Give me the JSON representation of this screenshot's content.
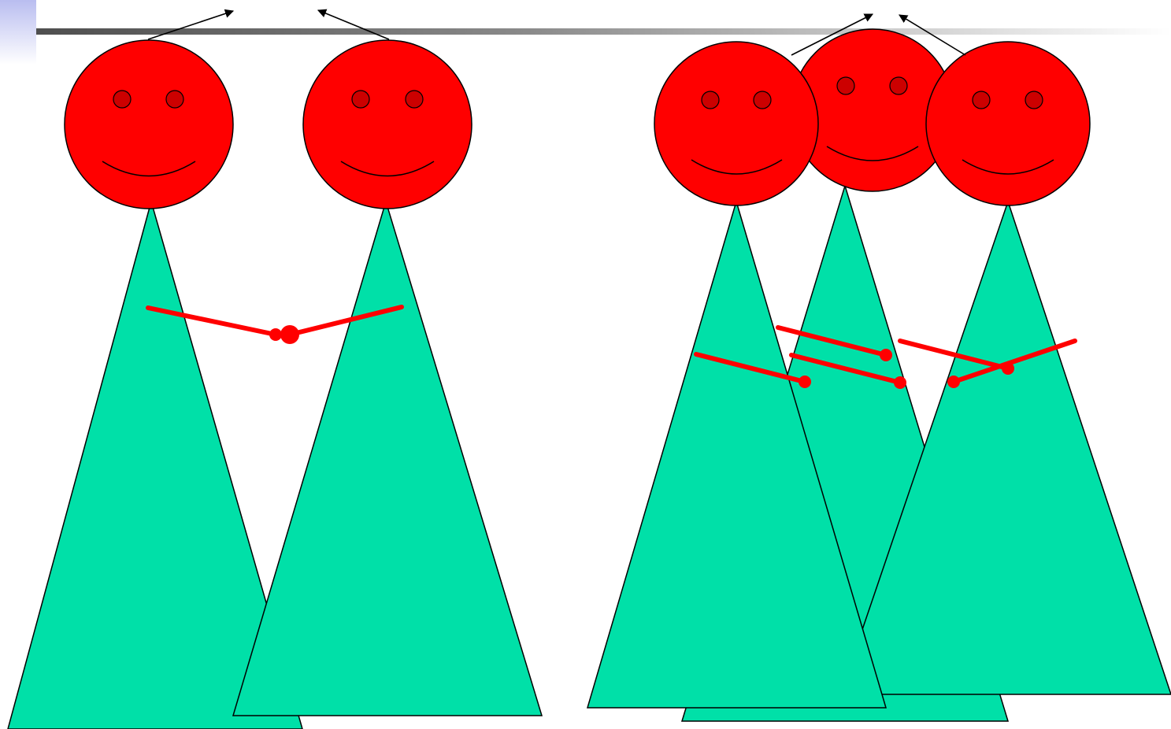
{
  "slide": {
    "header_bar": {
      "gradient_from": "#4a4a4a",
      "gradient_to": "#ffffff"
    },
    "corner_accent": {
      "color_from": "#b9bdf0",
      "color_to": "#ffffff"
    }
  },
  "colors": {
    "head": "#ff0000",
    "eye": "#cc0000",
    "body": "#00e0a8",
    "arm": "#ff0000",
    "outline": "#000000",
    "arrow": "#000000"
  },
  "groups": [
    {
      "name": "pair",
      "figures": [
        {
          "name": "left",
          "expression": "smile"
        },
        {
          "name": "right",
          "expression": "smile"
        }
      ]
    },
    {
      "name": "trio",
      "figures": [
        {
          "name": "left",
          "expression": "smile"
        },
        {
          "name": "middle",
          "expression": "smile"
        },
        {
          "name": "right",
          "expression": "smile"
        }
      ]
    }
  ]
}
